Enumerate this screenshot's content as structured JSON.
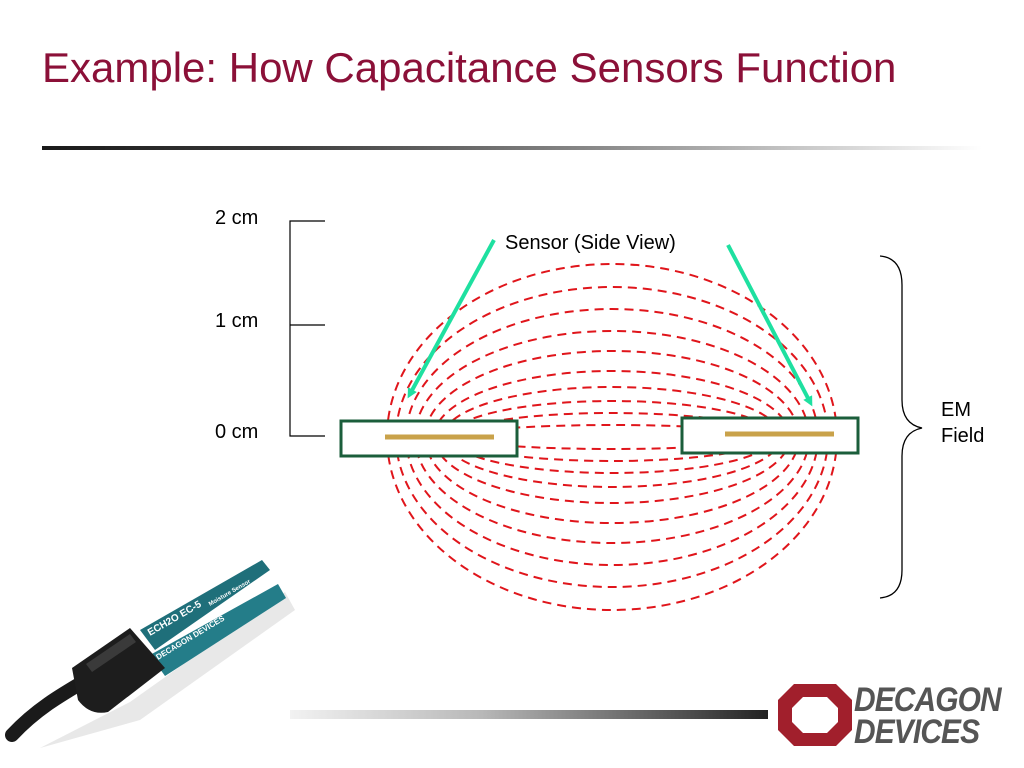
{
  "slide": {
    "title": "Example: How Capacitance Sensors Function"
  },
  "diagram": {
    "scale_labels": [
      "2 cm",
      "1 cm",
      "0 cm"
    ],
    "sensor_label": "Sensor (Side View)",
    "field_label_line1": "EM",
    "field_label_line2": "Field",
    "colors": {
      "title": "#8b1038",
      "field_lines": "#e0151b",
      "sensor_outline": "#1b5e3b",
      "sensor_prong": "#c9a24a",
      "arrows": "#1ee0a0",
      "brace": "#000000"
    }
  },
  "probe_photo": {
    "brand_text": "ECH2O EC-5",
    "subtitle_text": "Moisture Sensor",
    "maker_text": "DECAGON DEVICES",
    "colors": {
      "blade": "#1f6f7a",
      "body": "#1d1d1d"
    }
  },
  "logo": {
    "line1": "DECAGON",
    "line2": "DEVICES",
    "colors": {
      "octagon": "#a11f2c",
      "text": "#555555"
    }
  }
}
